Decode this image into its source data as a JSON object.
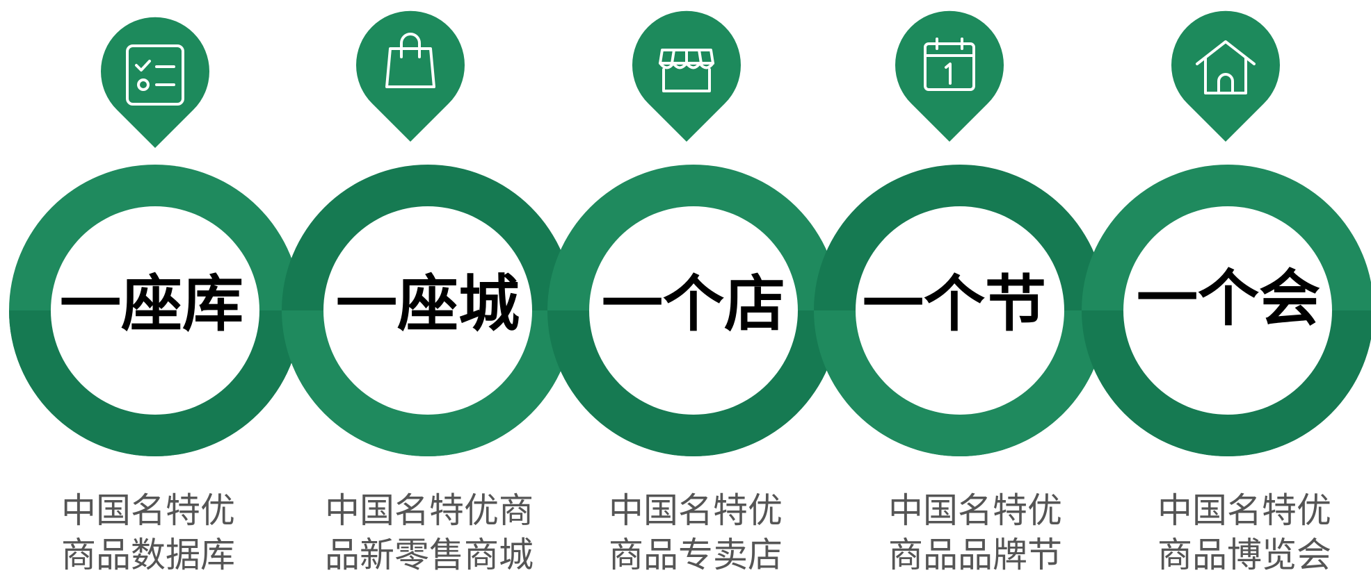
{
  "colors": {
    "ring_light": "#1f8a5e",
    "ring_dark": "#167a52",
    "pin": "#1d8a5c",
    "icon_stroke": "#ffffff",
    "title": "#000000",
    "desc": "#555555"
  },
  "items": [
    {
      "icon": "checklist-icon",
      "title": "一座库",
      "desc_line1": "中国名特优",
      "desc_line2": "商品数据库"
    },
    {
      "icon": "shopping-bag-icon",
      "title": "一座城",
      "desc_line1": "中国名特优商",
      "desc_line2": "品新零售商城"
    },
    {
      "icon": "storefront-icon",
      "title": "一个店",
      "desc_line1": "中国名特优",
      "desc_line2": "商品专卖店"
    },
    {
      "icon": "calendar-icon",
      "title": "一个节",
      "desc_line1": "中国名特优",
      "desc_line2": "商品品牌节"
    },
    {
      "icon": "house-icon",
      "title": "一个会",
      "desc_line1": "中国名特优",
      "desc_line2": "商品博览会"
    }
  ]
}
